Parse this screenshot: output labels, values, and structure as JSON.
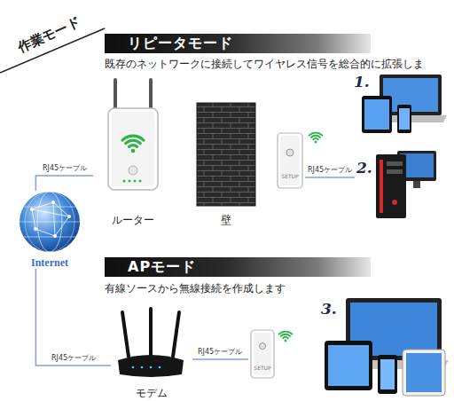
{
  "diagram": {
    "title": "作業モード",
    "nodes": [
      {
        "text": [
          "リピータモード"
        ]
      },
      {
        "text": [
          "ルーター"
        ]
      },
      {
        "text": [
          "壁"
        ]
      },
      {
        "text": [
          "SETUP"
        ]
      },
      {
        "text": [
          "1."
        ]
      },
      {
        "text": [
          "2."
        ]
      },
      {
        "text": [
          "Internet"
        ]
      },
      {
        "text": [
          "APモード"
        ]
      },
      {
        "text": [
          "モデム"
        ]
      },
      {
        "text": [
          "SETUP"
        ]
      },
      {
        "text": [
          "3."
        ]
      }
    ],
    "edges": [
      {
        "from": 6,
        "to": 1,
        "arrow": "none",
        "label": "RJ45ケーブル"
      },
      {
        "from": 3,
        "to": 5,
        "arrow": "none",
        "label": "RJ45ケーブル"
      },
      {
        "from": 6,
        "to": 8,
        "arrow": "none",
        "label": "RJ45ケーブル"
      },
      {
        "from": 8,
        "to": 9,
        "arrow": "none",
        "label": "RJ45ケーブル"
      }
    ],
    "labels": [
      "既存のネットワークに接続してワイヤレス信号を総合的に拡張しま",
      "有線ソースから無線接続を作成します"
    ]
  }
}
